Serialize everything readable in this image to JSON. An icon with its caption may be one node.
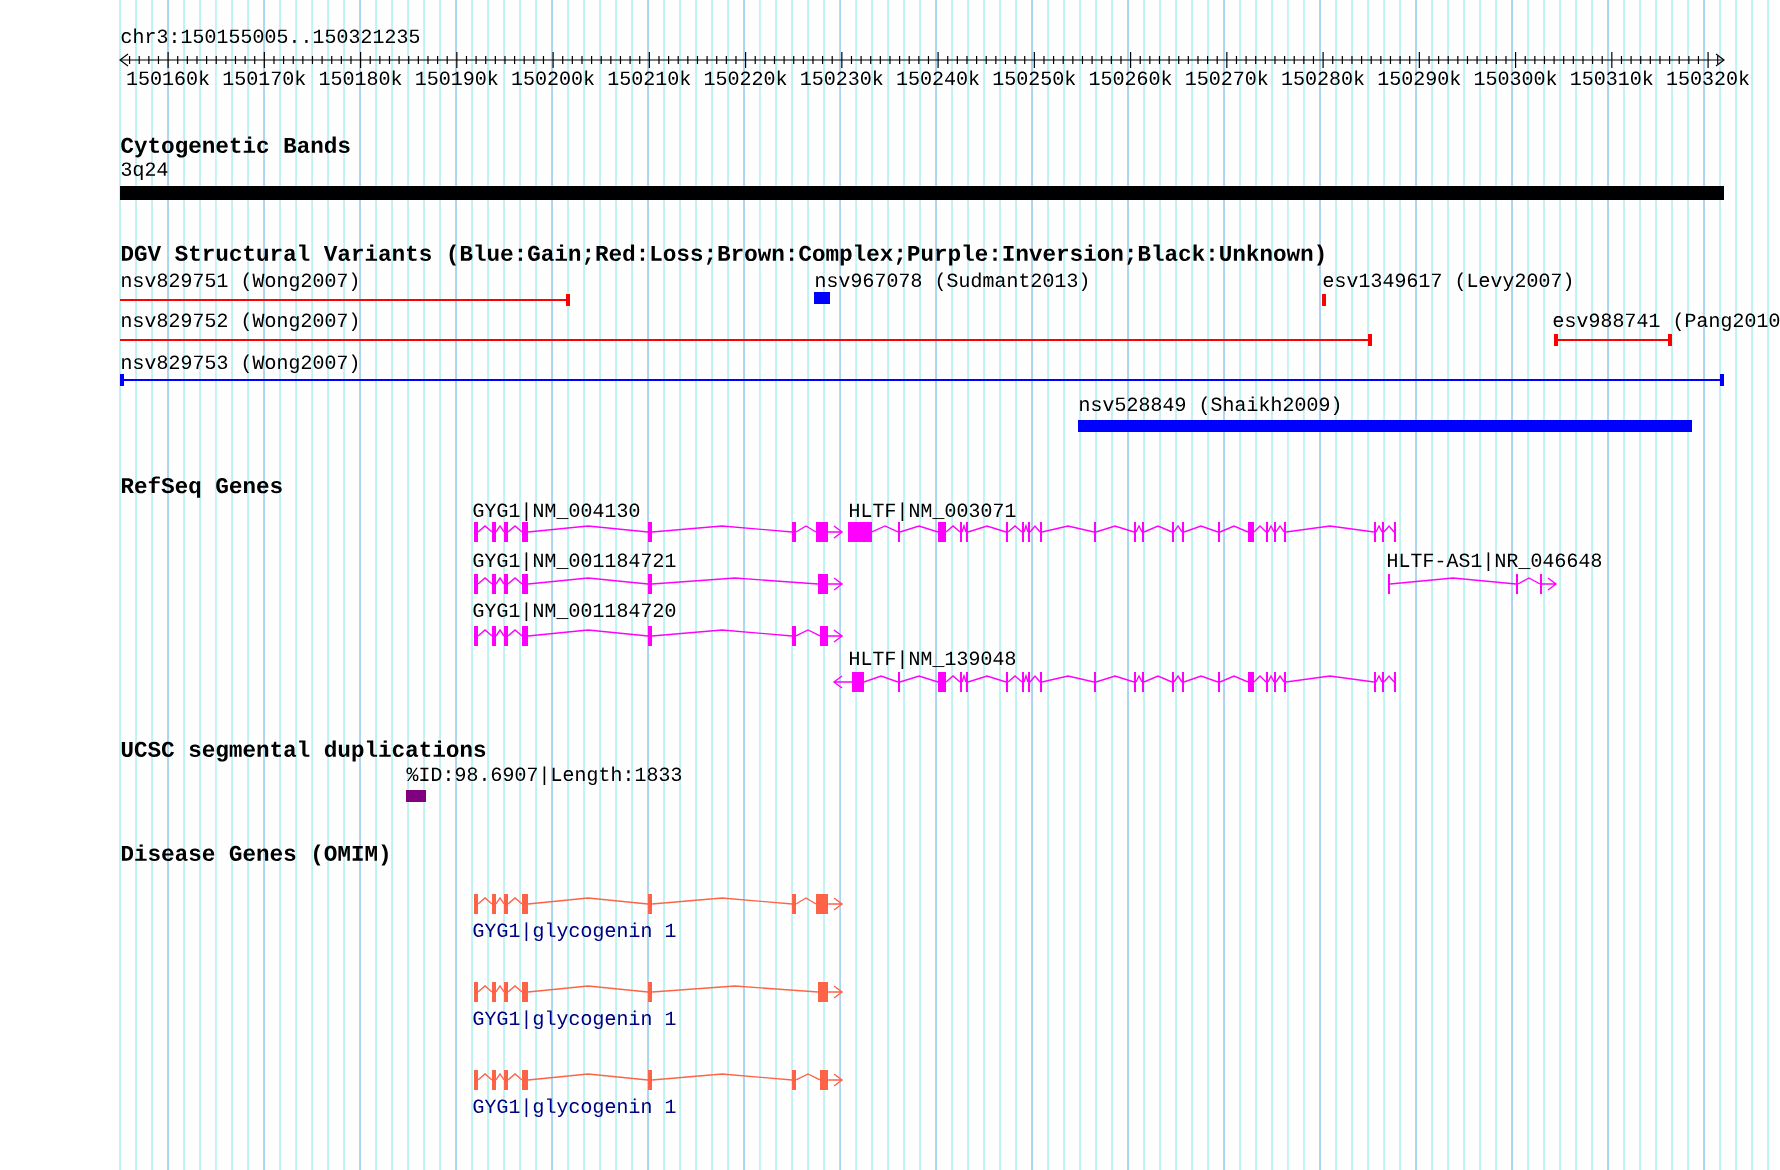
{
  "diagram": {
    "title": "chr3:150155005..150321235",
    "nodes": [
      {
        "text": [
          "3q24"
        ]
      },
      {
        "text": [
          "nsv829751 (Wong2007)"
        ]
      },
      {
        "text": [
          "nsv967078 (Sudmant2013)"
        ]
      },
      {
        "text": [
          "esv1349617 (Levy2007)"
        ]
      },
      {
        "text": [
          "nsv829752 (Wong2007)"
        ]
      },
      {
        "text": [
          "esv988741 (Pang2010"
        ]
      },
      {
        "text": [
          "nsv829753 (Wong2007)"
        ]
      },
      {
        "text": [
          "nsv528849 (Shaikh2009)"
        ]
      },
      {
        "text": [
          "GYG1|NM_004130"
        ]
      },
      {
        "text": [
          "HLTF|NM_003071"
        ]
      },
      {
        "text": [
          "GYG1|NM_001184721"
        ]
      },
      {
        "text": [
          "HLTF-AS1|NR_046648"
        ]
      },
      {
        "text": [
          "GYG1|NM_001184720"
        ]
      },
      {
        "text": [
          "HLTF|NM_139048"
        ]
      },
      {
        "text": [
          "%ID:98.6907|Length:1833"
        ]
      },
      {
        "text": [
          "GYG1|glycogenin 1"
        ]
      },
      {
        "text": [
          "GYG1|glycogenin 1"
        ]
      },
      {
        "text": [
          "GYG1|glycogenin 1"
        ]
      }
    ],
    "labels": [
      "150160k",
      "150170k",
      "150180k",
      "150190k",
      "150200k",
      "150210k",
      "150220k",
      "150230k",
      "150240k",
      "150250k",
      "150260k",
      "150270k",
      "150280k",
      "150290k",
      "150300k",
      "150310k",
      "150320k",
      "Cytogenetic Bands",
      "DGV Structural Variants (Blue:Gain;Red:Loss;Brown:Complex;Purple:Inversion;Black:Unknown)",
      "RefSeq Genes",
      "UCSC segmental duplications",
      "Disease Genes (OMIM)"
    ]
  }
}
